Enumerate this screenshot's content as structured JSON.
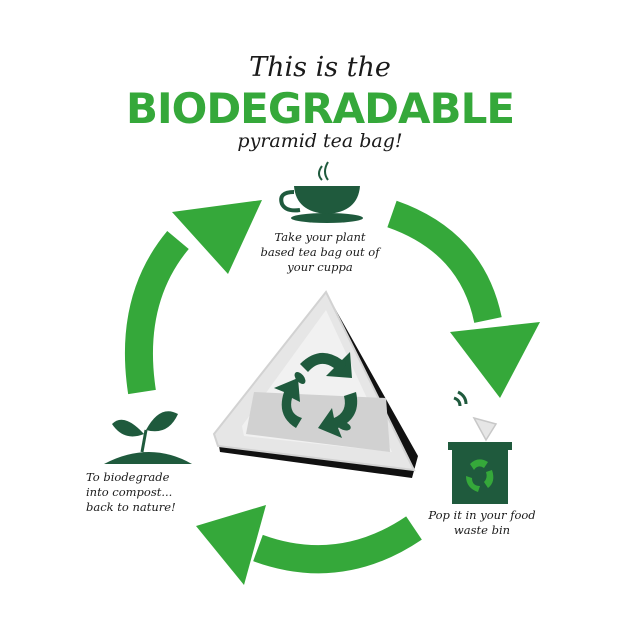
{
  "title": {
    "line1": "This is the",
    "line2": "BIODEGRADABLE",
    "line3": "pyramid tea bag!"
  },
  "steps": [
    {
      "icon": "teacup-icon",
      "lines": [
        "Take your plant",
        "based tea bag out of",
        "your cuppa"
      ]
    },
    {
      "icon": "food-waste-bin-icon",
      "lines": [
        "Pop it in your food",
        "waste bin"
      ]
    },
    {
      "icon": "sprouting-plant-icon",
      "lines": [
        "To biodegrade",
        "into compost...",
        "back to nature!"
      ]
    }
  ],
  "center_icon": "pyramid-tea-bag-with-recycle-icon",
  "colors": {
    "accent_green": "#35a83a",
    "dark_green": "#1f5a3d",
    "text": "#1a1a1a"
  }
}
